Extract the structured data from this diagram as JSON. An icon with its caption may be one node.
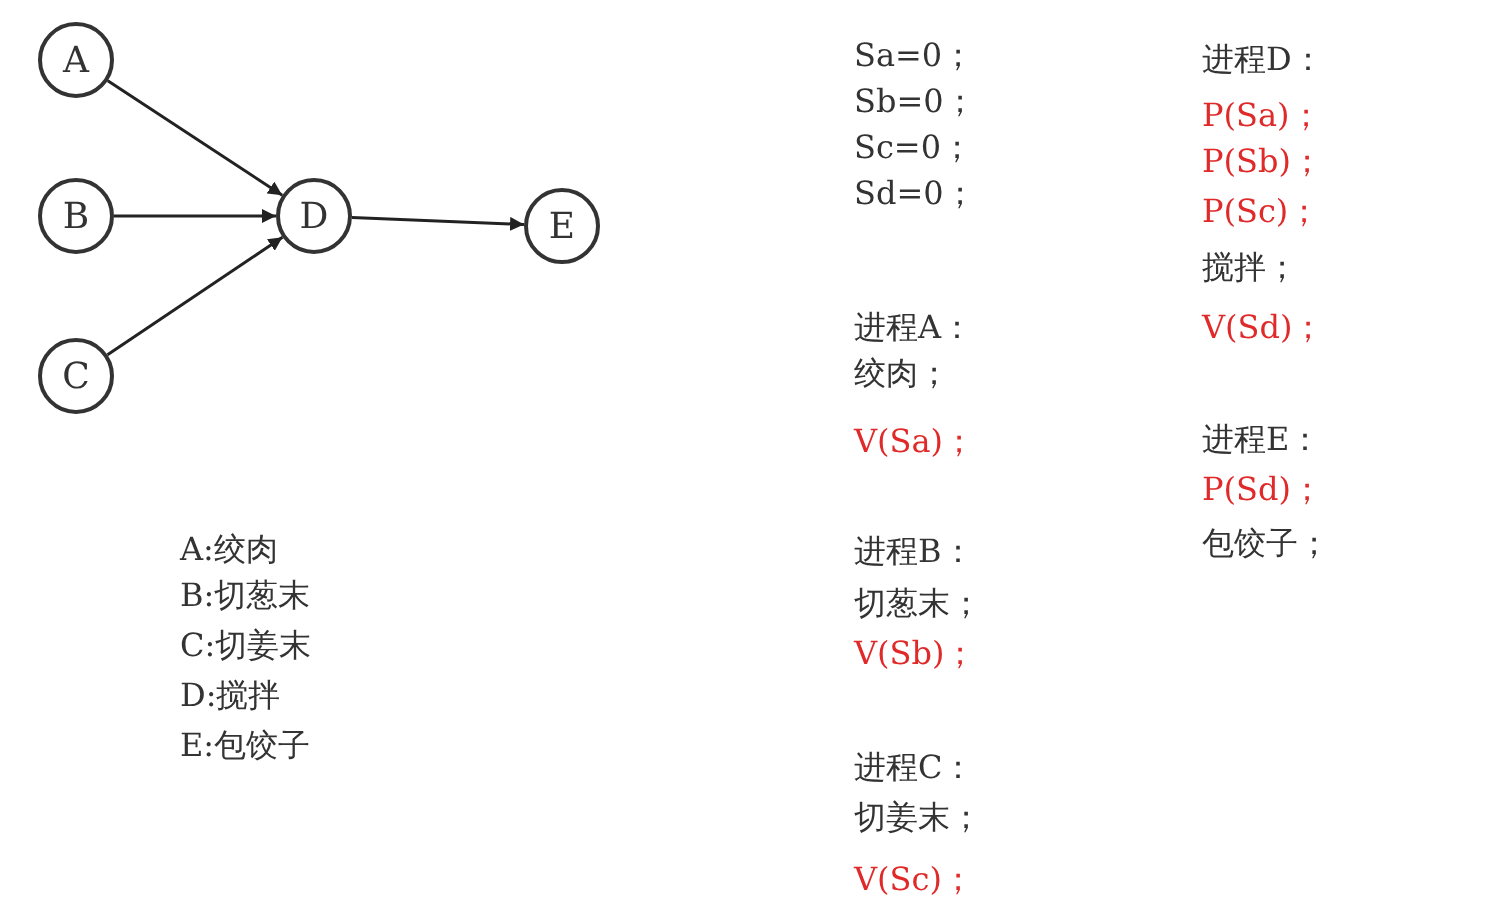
{
  "diagram": {
    "nodes": [
      {
        "text": [
          "A"
        ]
      },
      {
        "text": [
          "B"
        ]
      },
      {
        "text": [
          "C"
        ]
      },
      {
        "text": [
          "D"
        ]
      },
      {
        "text": [
          "E"
        ]
      }
    ],
    "edges": [
      {
        "from": 0,
        "to": 3,
        "arrow": "to"
      },
      {
        "from": 1,
        "to": 3,
        "arrow": "to"
      },
      {
        "from": 2,
        "to": 3,
        "arrow": "to"
      },
      {
        "from": 3,
        "to": 4,
        "arrow": "to"
      }
    ],
    "labels": [
      "Sa=0；",
      "Sb=0；",
      "Sc=0；",
      "Sd=0；",
      "进程A：",
      "绞肉；",
      "V(Sa)；",
      "进程B：",
      "切葱末；",
      "V(Sb)；",
      "进程C：",
      "切姜末；",
      "V(Sc)；",
      "进程D：",
      "P(Sa)；",
      "P(Sb)；",
      "P(Sc)；",
      "搅拌；",
      "V(Sd)；",
      "进程E：",
      "P(Sd)；",
      "包饺子；",
      "A:绞肉",
      "B:切葱末",
      "C:切姜末",
      "D:搅拌",
      "E:包饺子"
    ]
  }
}
